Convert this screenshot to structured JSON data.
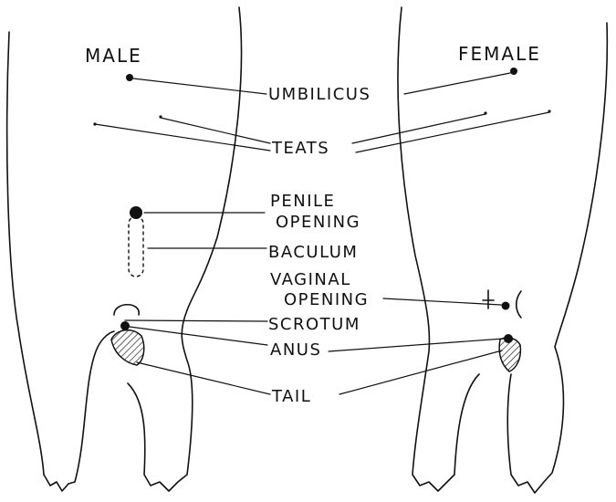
{
  "labels": {
    "male": "MALE",
    "female": "FEMALE",
    "umbilicus": "UMBILICUS",
    "teats": "TEATS",
    "penile_1": "PENILE",
    "penile_2": "OPENING",
    "baculum": "BACULUM",
    "vaginal_1": "VAGINAL",
    "vaginal_2": "OPENING",
    "scrotum": "SCROTUM",
    "anus": "ANUS",
    "tail": "TAIL"
  }
}
